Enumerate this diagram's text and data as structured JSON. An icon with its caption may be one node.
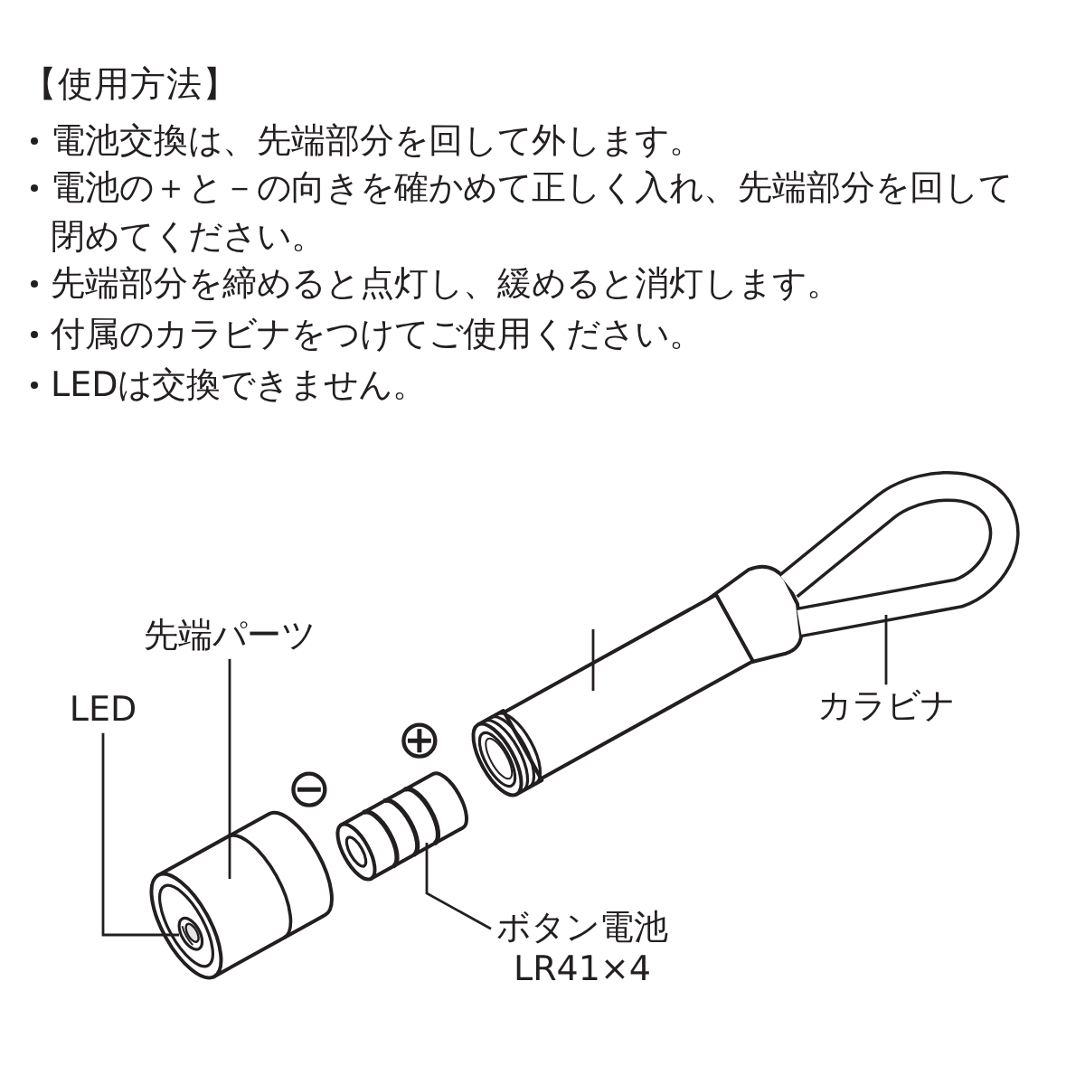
{
  "diagram": {
    "title": "【使用方法】",
    "nodes": [
      {
        "text": [
          "先端パーツ"
        ]
      },
      {
        "text": [
          "LED"
        ]
      },
      {
        "text": [],
        "shape": "picture"
      },
      {
        "text": [],
        "shape": "picture",
        "in": 2
      },
      {
        "text": [],
        "shape": "picture",
        "beside": [
          "⊖",
          "⊕"
        ]
      },
      {
        "text": [],
        "shape": "picture"
      },
      {
        "text": [
          "カラビナ"
        ]
      },
      {
        "text": [
          "ボタン電池",
          "LR41×4"
        ]
      }
    ],
    "edges": [
      {
        "from": 0,
        "to": 2,
        "arrow": "none"
      },
      {
        "from": 1,
        "to": 3,
        "arrow": "none"
      },
      {
        "from": 6,
        "to": 5,
        "arrow": "none"
      },
      {
        "from": 7,
        "to": 4,
        "arrow": "none"
      }
    ],
    "labels": [
      "電池交換は、先端部分を回して外します。",
      "電池の＋と－の向きを確かめて正しく入れ、先端部分を回して閉めてください。",
      "先端部分を締めると点灯し、緩めると消灯します。",
      "付属のカラビナをつけてご使用ください。",
      "LEDは交換できません。"
    ]
  }
}
